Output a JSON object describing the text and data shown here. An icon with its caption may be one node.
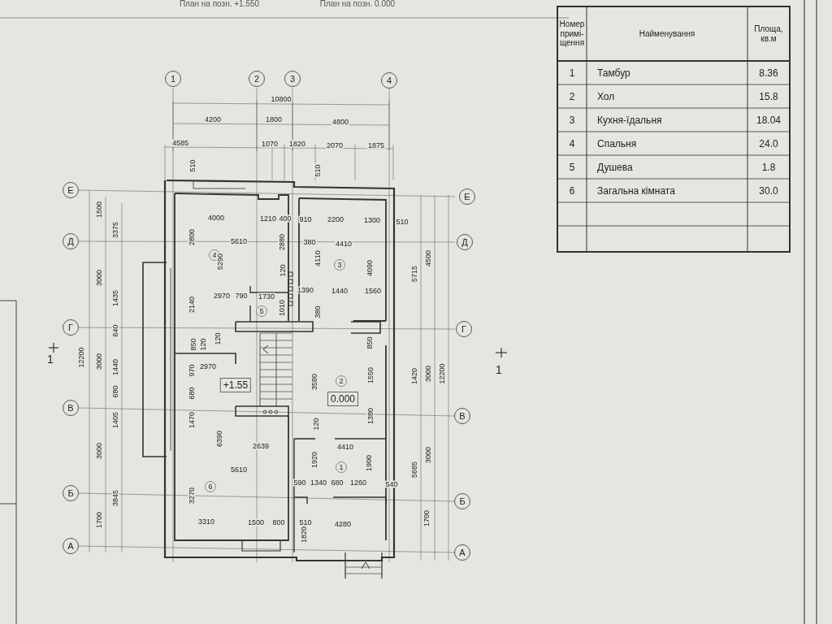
{
  "diagram": {
    "labels": [
      "План на позн. +1.550",
      "План на позн. 0.000",
      "1",
      "2",
      "3",
      "4",
      "10800",
      "4200",
      "1800",
      "4800",
      "4585",
      "1070",
      "1820",
      "2070",
      "1875",
      "510",
      "510",
      "Е",
      "Е",
      "1500",
      "4000",
      "1210",
      "400",
      "910",
      "2200",
      "1300",
      "510",
      "3375",
      "Д",
      "Д",
      "2800",
      "5610",
      "2880",
      "380",
      "4410",
      "3000",
      "4",
      "5290",
      "120",
      "4110",
      "3",
      "4090",
      "5715",
      "4500",
      "1390",
      "1440",
      "1560",
      "2970",
      "790",
      "1730",
      "1435",
      "2140",
      "1010",
      "5",
      "380",
      "Г",
      "Г",
      "640",
      "120",
      "850",
      "120",
      "850",
      "1",
      "12200",
      "3000",
      "1440",
      "970",
      "2970",
      "1",
      "1550",
      "1420",
      "3000",
      "12200",
      "+1.55",
      "3580",
      "2",
      "680",
      "680",
      "0.000",
      "В",
      "В",
      "1405",
      "1470",
      "1380",
      "120",
      "6390",
      "2639",
      "3000",
      "4410",
      "1920",
      "1",
      "1900",
      "3000",
      "5610",
      "5685",
      "590",
      "1340",
      "680",
      "1260",
      "540",
      "Б",
      "Б",
      "3270",
      "6",
      "3845",
      "1700",
      "1700",
      "3310",
      "1500",
      "800",
      "510",
      "4280",
      "1820",
      "А",
      "А",
      "Номер примі- щення",
      "Найменування",
      "Площа, кв.м",
      "1",
      "Тамбур",
      "8.36",
      "2",
      "Хол",
      "15.8",
      "3",
      "Кухня-їдальня",
      "18.04",
      "4",
      "Спальня",
      "24.0",
      "5",
      "Душева",
      "1.8",
      "6",
      "Загальна кімната",
      "30.0"
    ]
  }
}
